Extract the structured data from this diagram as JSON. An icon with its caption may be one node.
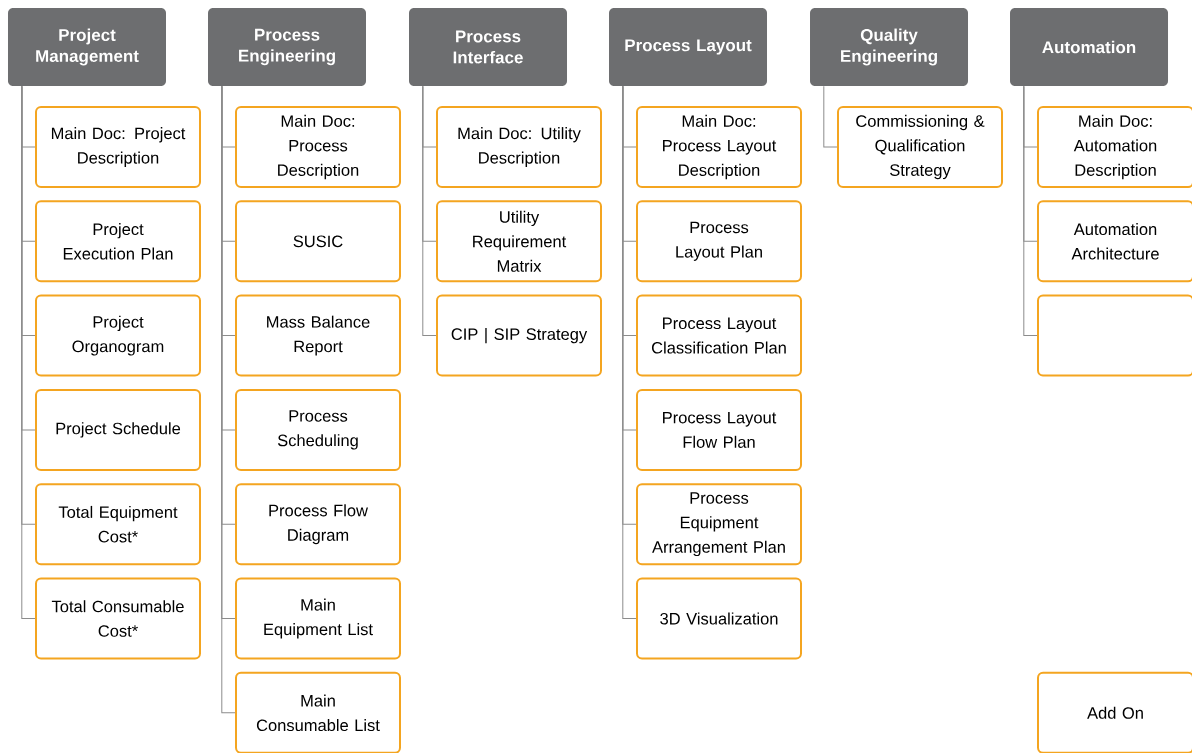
{
  "diagram": {
    "nodes": [
      {
        "text": [
          "Project Management"
        ]
      },
      {
        "text": [
          "Main Doc: Project Description"
        ]
      },
      {
        "text": [
          "Project Execution Plan"
        ]
      },
      {
        "text": [
          "Project Organogram"
        ]
      },
      {
        "text": [
          "Project Schedule"
        ]
      },
      {
        "text": [
          "Total Equipment Cost*"
        ]
      },
      {
        "text": [
          "Total Consumable Cost*"
        ]
      },
      {
        "text": [
          "Process Engineering"
        ]
      },
      {
        "text": [
          "Main Doc: Process Description"
        ]
      },
      {
        "text": [
          "SUSIC"
        ]
      },
      {
        "text": [
          "Mass Balance Report"
        ]
      },
      {
        "text": [
          "Process Scheduling"
        ]
      },
      {
        "text": [
          "Process Flow Diagram"
        ]
      },
      {
        "text": [
          "Main Equipment List"
        ]
      },
      {
        "text": [
          "Main Consumable List"
        ]
      },
      {
        "text": [
          "Process Interface"
        ]
      },
      {
        "text": [
          "Main Doc: Utility Description"
        ]
      },
      {
        "text": [
          "Utility Requirement Matrix"
        ]
      },
      {
        "text": [
          "CIP | SIP Strategy"
        ]
      },
      {
        "text": [
          "Process Layout"
        ]
      },
      {
        "text": [
          "Main Doc: Process Layout Description"
        ]
      },
      {
        "text": [
          "Process Layout Plan"
        ]
      },
      {
        "text": [
          "Process Layout Classification Plan"
        ]
      },
      {
        "text": [
          "Process Layout Flow Plan"
        ]
      },
      {
        "text": [
          "Process Equipment Arrangement Plan"
        ]
      },
      {
        "text": [
          "3D Visualization"
        ]
      },
      {
        "text": [
          "Quality Engineering"
        ]
      },
      {
        "text": [
          "Commissioning & Qualification Strategy"
        ]
      },
      {
        "text": [
          "Automation"
        ]
      },
      {
        "text": [
          "Main Doc: Automation Description"
        ]
      },
      {
        "text": [
          "Automation Architecture"
        ]
      },
      {
        "text": [],
        "shape": "box"
      },
      {
        "text": [
          "Add On"
        ]
      }
    ],
    "edges": [
      {
        "from": 0,
        "to": 1,
        "arrow": "none"
      },
      {
        "from": 0,
        "to": 2,
        "arrow": "none"
      },
      {
        "from": 0,
        "to": 3,
        "arrow": "none"
      },
      {
        "from": 0,
        "to": 4,
        "arrow": "none"
      },
      {
        "from": 0,
        "to": 5,
        "arrow": "none"
      },
      {
        "from": 0,
        "to": 6,
        "arrow": "none"
      },
      {
        "from": 7,
        "to": 8,
        "arrow": "none"
      },
      {
        "from": 7,
        "to": 9,
        "arrow": "none"
      },
      {
        "from": 7,
        "to": 10,
        "arrow": "none"
      },
      {
        "from": 7,
        "to": 11,
        "arrow": "none"
      },
      {
        "from": 7,
        "to": 12,
        "arrow": "none"
      },
      {
        "from": 7,
        "to": 13,
        "arrow": "none"
      },
      {
        "from": 7,
        "to": 14,
        "arrow": "none"
      },
      {
        "from": 15,
        "to": 16,
        "arrow": "none"
      },
      {
        "from": 15,
        "to": 17,
        "arrow": "none"
      },
      {
        "from": 15,
        "to": 18,
        "arrow": "none"
      },
      {
        "from": 19,
        "to": 20,
        "arrow": "none"
      },
      {
        "from": 19,
        "to": 21,
        "arrow": "none"
      },
      {
        "from": 19,
        "to": 22,
        "arrow": "none"
      },
      {
        "from": 19,
        "to": 23,
        "arrow": "none"
      },
      {
        "from": 19,
        "to": 24,
        "arrow": "none"
      },
      {
        "from": 19,
        "to": 25,
        "arrow": "none"
      },
      {
        "from": 26,
        "to": 27,
        "arrow": "none"
      },
      {
        "from": 28,
        "to": 29,
        "arrow": "none"
      },
      {
        "from": 28,
        "to": 30,
        "arrow": "none"
      },
      {
        "from": 28,
        "to": 31,
        "arrow": "none"
      }
    ]
  }
}
